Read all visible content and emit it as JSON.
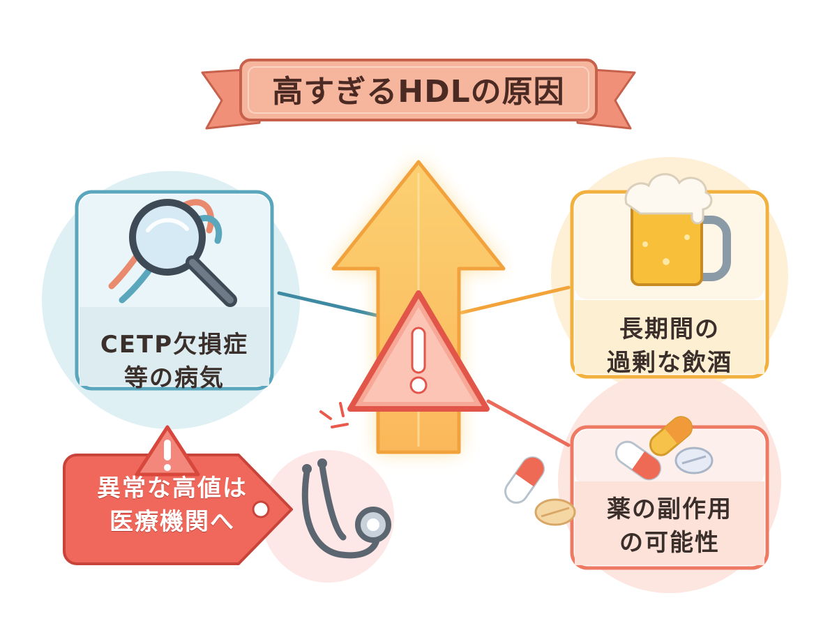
{
  "title": "高すぎるHDLの原因",
  "causes": [
    {
      "id": "genetic",
      "lines": [
        "CETP欠損症",
        "等の病気"
      ],
      "icon": "magnifier-dna-icon",
      "color": "#5aa6bd"
    },
    {
      "id": "alcohol",
      "lines": [
        "長期間の",
        "過剰な飲酒"
      ],
      "icon": "beer-mug-icon",
      "color": "#f2b13e"
    },
    {
      "id": "drug",
      "lines": [
        "薬の副作用",
        "の可能性"
      ],
      "icon": "pills-icon",
      "color": "#ee7a63"
    }
  ],
  "advice": {
    "lines": [
      "異常な高値は",
      "医療機関へ"
    ],
    "icon": "stethoscope-icon",
    "color": "#ec5a4e"
  },
  "center": {
    "arrow": "up-arrow-icon",
    "warning": "warning-icon"
  }
}
